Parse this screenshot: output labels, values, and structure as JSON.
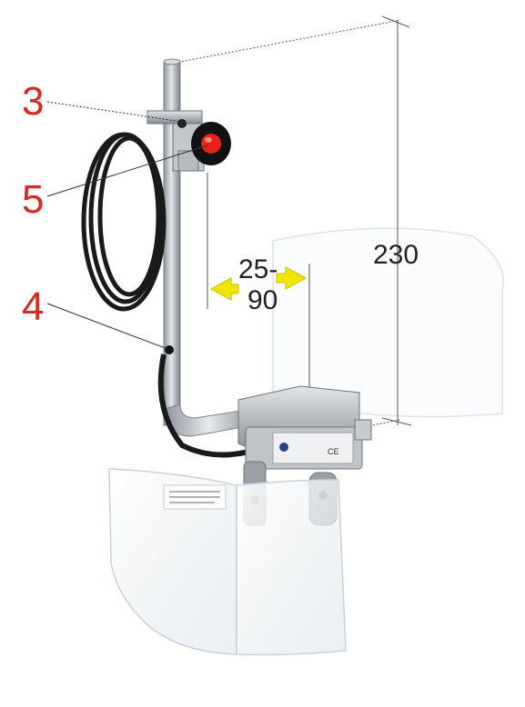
{
  "callouts": {
    "label_3": "3",
    "label_5": "5",
    "label_4": "4",
    "color": "#d42a22"
  },
  "dimensions": {
    "height_value": "230",
    "gap_range_top": "25-",
    "gap_range_bottom": "90",
    "arrow_color": "#f2e600"
  },
  "device_label": {
    "shield_sticker_lines": [
      "",
      "",
      ""
    ],
    "switch_brand_mark": "CE"
  },
  "colors": {
    "steel": "#c9cdd2",
    "steel_dark": "#8d939a",
    "cable": "#1a1a1a",
    "knob": "#111111",
    "knob_button": "#e8231c",
    "shield_edge": "#cfd6dc",
    "leader_line": "#333333"
  }
}
